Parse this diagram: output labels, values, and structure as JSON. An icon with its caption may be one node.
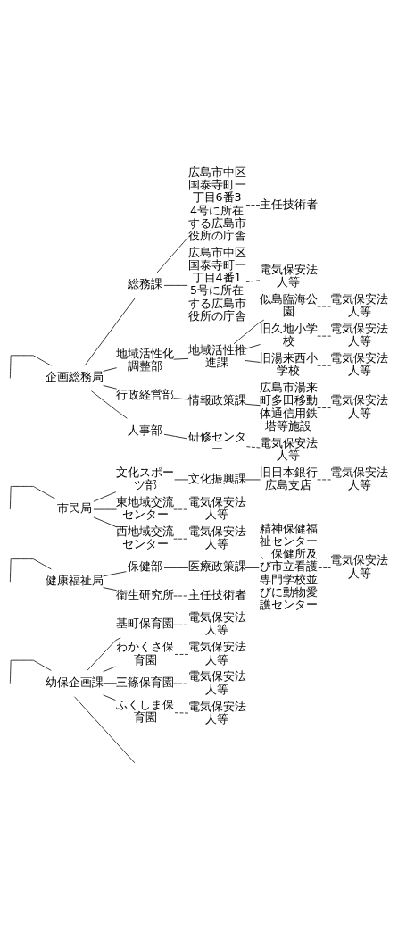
{
  "diagram": {
    "nodes": [
      {
        "text": [
          "企画総務局"
        ]
      },
      {
        "text": [
          "総務課"
        ]
      },
      {
        "text": [
          "広島市中区国泰寺町一丁目6番34号に所在する広島市役所の庁舎"
        ]
      },
      {
        "text": [
          "主任技術者"
        ]
      },
      {
        "text": [
          "広島市中区国泰寺町一丁目4番15号に所在する広島市役所の庁舎"
        ]
      },
      {
        "text": [
          "電気保安法人等"
        ]
      },
      {
        "text": [
          "地域活性化調整部"
        ]
      },
      {
        "text": [
          "地域活性推進課"
        ]
      },
      {
        "text": [
          "似島臨海公園"
        ]
      },
      {
        "text": [
          "電気保安法人等"
        ]
      },
      {
        "text": [
          "旧久地小学校"
        ]
      },
      {
        "text": [
          "電気保安法人等"
        ]
      },
      {
        "text": [
          "旧湯来西小学校"
        ]
      },
      {
        "text": [
          "電気保安法人等"
        ]
      },
      {
        "text": [
          "行政経営部"
        ]
      },
      {
        "text": [
          "情報政策課"
        ]
      },
      {
        "text": [
          "広島市湯来町多田移動体通信用鉄塔等施設"
        ]
      },
      {
        "text": [
          "電気保安法人等"
        ]
      },
      {
        "text": [
          "人事部"
        ]
      },
      {
        "text": [
          "研修センター"
        ]
      },
      {
        "text": [
          "電気保安法人等"
        ]
      },
      {
        "text": [
          "市民局"
        ]
      },
      {
        "text": [
          "文化スポーツ部"
        ]
      },
      {
        "text": [
          "文化振興課"
        ]
      },
      {
        "text": [
          "旧日本銀行広島支店"
        ]
      },
      {
        "text": [
          "電気保安法人等"
        ]
      },
      {
        "text": [
          "東地域交流センター"
        ]
      },
      {
        "text": [
          "電気保安法人等"
        ]
      },
      {
        "text": [
          "西地域交流センター"
        ]
      },
      {
        "text": [
          "電気保安法人等"
        ]
      },
      {
        "text": [
          "健康福祉局"
        ]
      },
      {
        "text": [
          "保健部"
        ]
      },
      {
        "text": [
          "医療政策課"
        ]
      },
      {
        "text": [
          "精神保健福祉センター、保健所及び市立看護専門学校並びに動物愛護センター"
        ]
      },
      {
        "text": [
          "電気保安法人等"
        ]
      },
      {
        "text": [
          "衛生研究所"
        ]
      },
      {
        "text": [
          "主任技術者"
        ]
      },
      {
        "text": [
          "幼保企画課"
        ]
      },
      {
        "text": [
          "基町保育園"
        ]
      },
      {
        "text": [
          "電気保安法人等"
        ]
      },
      {
        "text": [
          "わかくさ保育園"
        ]
      },
      {
        "text": [
          "電気保安法人等"
        ]
      },
      {
        "text": [
          "三篠保育園"
        ]
      },
      {
        "text": [
          "電気保安法人等"
        ]
      },
      {
        "text": [
          "ふくしま保育園"
        ]
      },
      {
        "text": [
          "電気保安法人等"
        ]
      }
    ],
    "edges": [
      {
        "from": null,
        "to": 0,
        "arrow": "none"
      },
      {
        "from": 0,
        "to": 1,
        "arrow": "none"
      },
      {
        "from": 1,
        "to": 2,
        "arrow": "none"
      },
      {
        "from": 2,
        "to": 3,
        "arrow": "none",
        "style": "dashed"
      },
      {
        "from": 1,
        "to": 4,
        "arrow": "none"
      },
      {
        "from": 4,
        "to": 5,
        "arrow": "none",
        "style": "dashed"
      },
      {
        "from": 0,
        "to": 6,
        "arrow": "none"
      },
      {
        "from": 6,
        "to": 7,
        "arrow": "none"
      },
      {
        "from": 7,
        "to": 8,
        "arrow": "none"
      },
      {
        "from": 8,
        "to": 9,
        "arrow": "none",
        "style": "dashed"
      },
      {
        "from": 7,
        "to": 10,
        "arrow": "none"
      },
      {
        "from": 10,
        "to": 11,
        "arrow": "none",
        "style": "dashed"
      },
      {
        "from": 7,
        "to": 12,
        "arrow": "none"
      },
      {
        "from": 12,
        "to": 13,
        "arrow": "none",
        "style": "dashed"
      },
      {
        "from": 0,
        "to": 14,
        "arrow": "none"
      },
      {
        "from": 14,
        "to": 15,
        "arrow": "none"
      },
      {
        "from": 15,
        "to": 16,
        "arrow": "none"
      },
      {
        "from": 16,
        "to": 17,
        "arrow": "none",
        "style": "dashed"
      },
      {
        "from": 0,
        "to": 18,
        "arrow": "none"
      },
      {
        "from": 18,
        "to": 19,
        "arrow": "none"
      },
      {
        "from": 19,
        "to": 20,
        "arrow": "none",
        "style": "dashed"
      },
      {
        "from": null,
        "to": 21,
        "arrow": "none"
      },
      {
        "from": 21,
        "to": 22,
        "arrow": "none"
      },
      {
        "from": 22,
        "to": 23,
        "arrow": "none"
      },
      {
        "from": 23,
        "to": 24,
        "arrow": "none"
      },
      {
        "from": 24,
        "to": 25,
        "arrow": "none",
        "style": "dashed"
      },
      {
        "from": 21,
        "to": 26,
        "arrow": "none"
      },
      {
        "from": 26,
        "to": 27,
        "arrow": "none",
        "style": "dashed"
      },
      {
        "from": 21,
        "to": 28,
        "arrow": "none"
      },
      {
        "from": 28,
        "to": 29,
        "arrow": "none",
        "style": "dashed"
      },
      {
        "from": null,
        "to": 30,
        "arrow": "none"
      },
      {
        "from": 30,
        "to": 31,
        "arrow": "none"
      },
      {
        "from": 31,
        "to": 32,
        "arrow": "none"
      },
      {
        "from": 32,
        "to": 33,
        "arrow": "none"
      },
      {
        "from": 33,
        "to": 34,
        "arrow": "none",
        "style": "dashed"
      },
      {
        "from": 30,
        "to": 35,
        "arrow": "none"
      },
      {
        "from": 35,
        "to": 36,
        "arrow": "none",
        "style": "dashed"
      },
      {
        "from": null,
        "to": 37,
        "arrow": "none"
      },
      {
        "from": 37,
        "to": 38,
        "arrow": "none"
      },
      {
        "from": 38,
        "to": 39,
        "arrow": "none",
        "style": "dashed"
      },
      {
        "from": 37,
        "to": 40,
        "arrow": "none"
      },
      {
        "from": 40,
        "to": 41,
        "arrow": "none",
        "style": "dashed"
      },
      {
        "from": 37,
        "to": 42,
        "arrow": "none"
      },
      {
        "from": 42,
        "to": 43,
        "arrow": "none",
        "style": "dashed"
      },
      {
        "from": 37,
        "to": 44,
        "arrow": "none"
      },
      {
        "from": 44,
        "to": 45,
        "arrow": "none",
        "style": "dashed"
      },
      {
        "from": 37,
        "to": null,
        "arrow": "none"
      }
    ]
  }
}
